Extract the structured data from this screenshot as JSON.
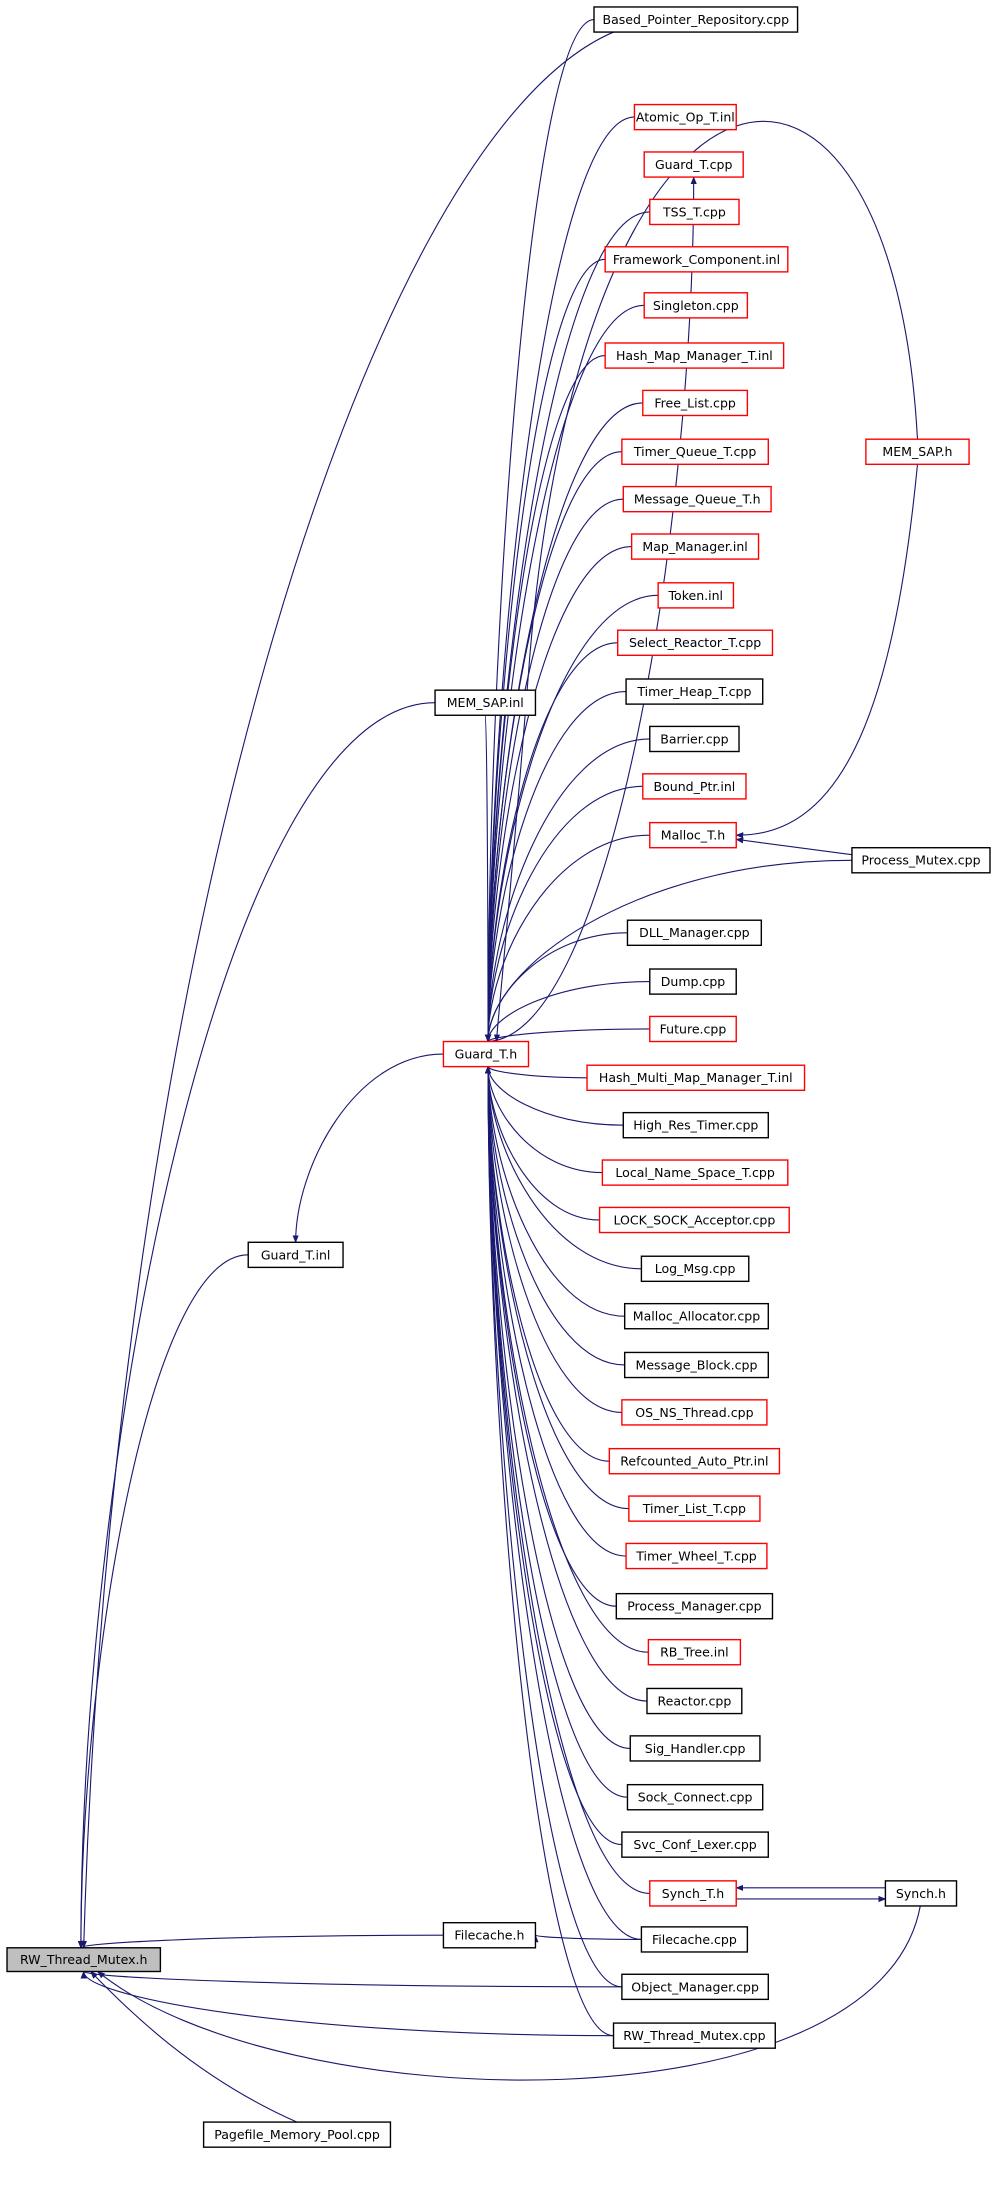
{
  "title": "RW_Thread_Mutex.h",
  "colors": {
    "edge": "#191970",
    "root_fill": "#bfbfbf",
    "documented": "#000000",
    "undocumented": "#ff0000"
  },
  "nodes": [
    {
      "id": "rw_h",
      "label": "RW_Thread_Mutex.h",
      "kind": "root"
    },
    {
      "id": "based",
      "label": "Based_Pointer_Repository.cpp",
      "kind": "black"
    },
    {
      "id": "atomic",
      "label": "Atomic_Op_T.inl",
      "kind": "red"
    },
    {
      "id": "guard_cpp",
      "label": "Guard_T.cpp",
      "kind": "red"
    },
    {
      "id": "tss",
      "label": "TSS_T.cpp",
      "kind": "red"
    },
    {
      "id": "framework",
      "label": "Framework_Component.inl",
      "kind": "red"
    },
    {
      "id": "singleton",
      "label": "Singleton.cpp",
      "kind": "red"
    },
    {
      "id": "hashmap",
      "label": "Hash_Map_Manager_T.inl",
      "kind": "red"
    },
    {
      "id": "freelist",
      "label": "Free_List.cpp",
      "kind": "red"
    },
    {
      "id": "timerqueue",
      "label": "Timer_Queue_T.cpp",
      "kind": "red"
    },
    {
      "id": "msgqueue",
      "label": "Message_Queue_T.h",
      "kind": "red"
    },
    {
      "id": "mapmgr",
      "label": "Map_Manager.inl",
      "kind": "red"
    },
    {
      "id": "token",
      "label": "Token.inl",
      "kind": "red"
    },
    {
      "id": "selreactor",
      "label": "Select_Reactor_T.cpp",
      "kind": "red"
    },
    {
      "id": "timerheap",
      "label": "Timer_Heap_T.cpp",
      "kind": "black"
    },
    {
      "id": "barrier",
      "label": "Barrier.cpp",
      "kind": "black"
    },
    {
      "id": "boundptr",
      "label": "Bound_Ptr.inl",
      "kind": "red"
    },
    {
      "id": "malloc_t",
      "label": "Malloc_T.h",
      "kind": "red"
    },
    {
      "id": "memsap_h",
      "label": "MEM_SAP.h",
      "kind": "red"
    },
    {
      "id": "procmutex",
      "label": "Process_Mutex.cpp",
      "kind": "black"
    },
    {
      "id": "memsap_inl",
      "label": "MEM_SAP.inl",
      "kind": "black"
    },
    {
      "id": "dll",
      "label": "DLL_Manager.cpp",
      "kind": "black"
    },
    {
      "id": "dump",
      "label": "Dump.cpp",
      "kind": "black"
    },
    {
      "id": "future",
      "label": "Future.cpp",
      "kind": "red"
    },
    {
      "id": "guard_h",
      "label": "Guard_T.h",
      "kind": "red"
    },
    {
      "id": "hashmulti",
      "label": "Hash_Multi_Map_Manager_T.inl",
      "kind": "red"
    },
    {
      "id": "highres",
      "label": "High_Res_Timer.cpp",
      "kind": "black"
    },
    {
      "id": "localname",
      "label": "Local_Name_Space_T.cpp",
      "kind": "red"
    },
    {
      "id": "locksock",
      "label": "LOCK_SOCK_Acceptor.cpp",
      "kind": "red"
    },
    {
      "id": "logmsg",
      "label": "Log_Msg.cpp",
      "kind": "black"
    },
    {
      "id": "guard_inl",
      "label": "Guard_T.inl",
      "kind": "black"
    },
    {
      "id": "mallocalloc",
      "label": "Malloc_Allocator.cpp",
      "kind": "black"
    },
    {
      "id": "msgblock",
      "label": "Message_Block.cpp",
      "kind": "black"
    },
    {
      "id": "osns",
      "label": "OS_NS_Thread.cpp",
      "kind": "red"
    },
    {
      "id": "refcount",
      "label": "Refcounted_Auto_Ptr.inl",
      "kind": "red"
    },
    {
      "id": "timerlist",
      "label": "Timer_List_T.cpp",
      "kind": "red"
    },
    {
      "id": "timerwheel",
      "label": "Timer_Wheel_T.cpp",
      "kind": "red"
    },
    {
      "id": "procmgr",
      "label": "Process_Manager.cpp",
      "kind": "black"
    },
    {
      "id": "rbtree",
      "label": "RB_Tree.inl",
      "kind": "red"
    },
    {
      "id": "reactor",
      "label": "Reactor.cpp",
      "kind": "black"
    },
    {
      "id": "sighandler",
      "label": "Sig_Handler.cpp",
      "kind": "black"
    },
    {
      "id": "sockconnect",
      "label": "Sock_Connect.cpp",
      "kind": "black"
    },
    {
      "id": "svcconf",
      "label": "Svc_Conf_Lexer.cpp",
      "kind": "black"
    },
    {
      "id": "synch_t",
      "label": "Synch_T.h",
      "kind": "red"
    },
    {
      "id": "synch_h",
      "label": "Synch.h",
      "kind": "black"
    },
    {
      "id": "filecache_h",
      "label": "Filecache.h",
      "kind": "black"
    },
    {
      "id": "filecache_cpp",
      "label": "Filecache.cpp",
      "kind": "black"
    },
    {
      "id": "objmgr",
      "label": "Object_Manager.cpp",
      "kind": "black"
    },
    {
      "id": "rw_cpp",
      "label": "RW_Thread_Mutex.cpp",
      "kind": "black"
    },
    {
      "id": "pagefile",
      "label": "Pagefile_Memory_Pool.cpp",
      "kind": "black"
    }
  ],
  "edges": [
    [
      "based",
      "rw_h"
    ],
    [
      "memsap_inl",
      "rw_h"
    ],
    [
      "guard_inl",
      "rw_h"
    ],
    [
      "filecache_h",
      "rw_h"
    ],
    [
      "objmgr",
      "rw_h"
    ],
    [
      "rw_cpp",
      "rw_h"
    ],
    [
      "pagefile",
      "rw_h"
    ],
    [
      "synch_h",
      "rw_h"
    ],
    [
      "guard_h",
      "guard_inl"
    ],
    [
      "memsap_inl",
      "guard_h"
    ],
    [
      "guard_h",
      "guard_cpp"
    ],
    [
      "based",
      "guard_h"
    ],
    [
      "atomic",
      "guard_h"
    ],
    [
      "tss",
      "guard_h"
    ],
    [
      "framework",
      "guard_h"
    ],
    [
      "singleton",
      "guard_h"
    ],
    [
      "hashmap",
      "guard_h"
    ],
    [
      "freelist",
      "guard_h"
    ],
    [
      "timerqueue",
      "guard_h"
    ],
    [
      "msgqueue",
      "guard_h"
    ],
    [
      "mapmgr",
      "guard_h"
    ],
    [
      "token",
      "guard_h"
    ],
    [
      "selreactor",
      "guard_h"
    ],
    [
      "timerheap",
      "guard_h"
    ],
    [
      "barrier",
      "guard_h"
    ],
    [
      "boundptr",
      "guard_h"
    ],
    [
      "malloc_t",
      "guard_h"
    ],
    [
      "memsap_h",
      "guard_h"
    ],
    [
      "procmutex",
      "guard_h"
    ],
    [
      "dll",
      "guard_h"
    ],
    [
      "dump",
      "guard_h"
    ],
    [
      "future",
      "guard_h"
    ],
    [
      "hashmulti",
      "guard_h"
    ],
    [
      "highres",
      "guard_h"
    ],
    [
      "localname",
      "guard_h"
    ],
    [
      "locksock",
      "guard_h"
    ],
    [
      "logmsg",
      "guard_h"
    ],
    [
      "mallocalloc",
      "guard_h"
    ],
    [
      "msgblock",
      "guard_h"
    ],
    [
      "osns",
      "guard_h"
    ],
    [
      "refcount",
      "guard_h"
    ],
    [
      "timerlist",
      "guard_h"
    ],
    [
      "timerwheel",
      "guard_h"
    ],
    [
      "procmgr",
      "guard_h"
    ],
    [
      "rbtree",
      "guard_h"
    ],
    [
      "reactor",
      "guard_h"
    ],
    [
      "sighandler",
      "guard_h"
    ],
    [
      "sockconnect",
      "guard_h"
    ],
    [
      "svcconf",
      "guard_h"
    ],
    [
      "synch_t",
      "guard_h"
    ],
    [
      "filecache_cpp",
      "guard_h"
    ],
    [
      "objmgr",
      "guard_h"
    ],
    [
      "rw_cpp",
      "guard_h"
    ],
    [
      "procmutex",
      "malloc_t"
    ],
    [
      "memsap_h",
      "malloc_t"
    ],
    [
      "synch_h",
      "synch_t"
    ],
    [
      "synch_t",
      "synch_h"
    ],
    [
      "filecache_cpp",
      "filecache_h"
    ]
  ]
}
